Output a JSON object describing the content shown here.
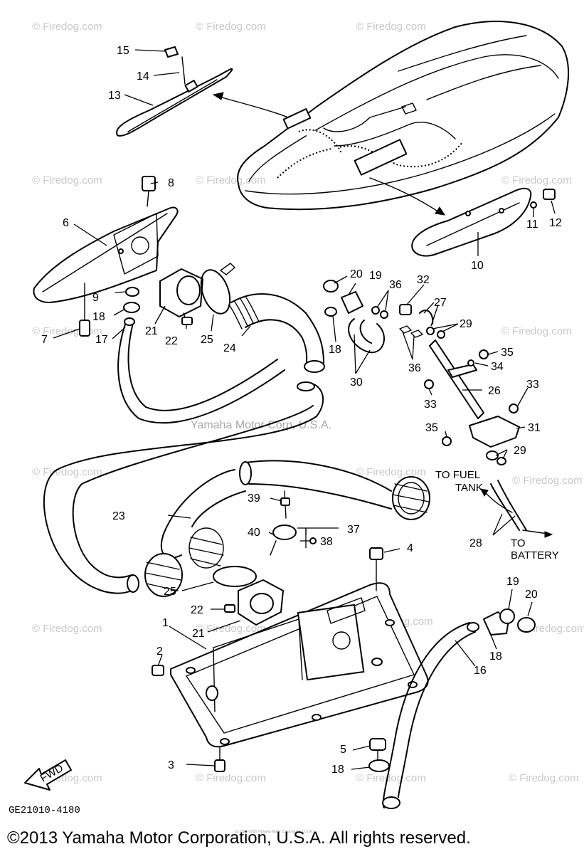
{
  "watermark": {
    "repeat_text": "© Firedog.com",
    "center_text": "Yamaha Motor Corp, U.S.A.",
    "tiny_text": "(c) 2005-2015 Yamaha Motor Corporation, U.S.A."
  },
  "labels": {
    "p1": "1",
    "p2": "2",
    "p3": "3",
    "p4": "4",
    "p5": "5",
    "p6": "6",
    "p7": "7",
    "p8": "8",
    "p9": "9",
    "p10": "10",
    "p11": "11",
    "p12": "12",
    "p13": "13",
    "p14": "14",
    "p15": "15",
    "p16": "16",
    "p17": "17",
    "p18": "18",
    "p19": "19",
    "p20": "20",
    "p21": "21",
    "p22": "22",
    "p23": "23",
    "p24": "24",
    "p25": "25",
    "p26": "26",
    "p27": "27",
    "p28": "28",
    "p29": "29",
    "p30": "30",
    "p31": "31",
    "p32": "32",
    "p33": "33",
    "p34": "34",
    "p35": "35",
    "p36": "36",
    "p37": "37",
    "p38": "38",
    "p39": "39",
    "p40": "40"
  },
  "notes": {
    "to_fuel_line1": "TO FUEL",
    "to_fuel_line2": "TANK",
    "to_battery_line1": "TO",
    "to_battery_line2": "BATTERY",
    "fwd": "FWD"
  },
  "diagram_code": "GE21010-4180",
  "copyright": "©2013 Yamaha Motor Corporation, U.S.A. All rights reserved."
}
